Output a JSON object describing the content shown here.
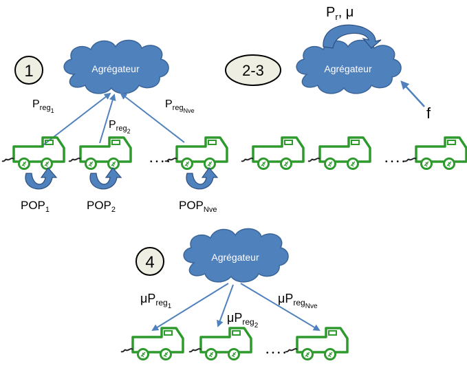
{
  "colors": {
    "cloud_fill": "#4f81bd",
    "cloud_stroke": "#3a6598",
    "arrow": "#4f81bd",
    "vehicle": "#2e9a2e",
    "curved_arrow_fill": "#4f81bd",
    "curved_arrow_stroke": "#2c4f7f",
    "step_circle_fill": "#eeeee2",
    "text": "#000000",
    "cloud_text": "#ffffff"
  },
  "icons": {
    "cloud": "cloud-shape",
    "vehicle": "electric-vehicle-icon",
    "curved_arrow": "curved-arrow-icon"
  },
  "panel1": {
    "step": "1",
    "aggregator": "Agrégateur",
    "labels": {
      "preg1": {
        "main": "P",
        "sub": "reg",
        "subsub": "1"
      },
      "preg2": {
        "main": "P",
        "sub": "reg",
        "subsub": "2"
      },
      "pregnve": {
        "main": "P",
        "sub": "reg",
        "subsub": "Nve"
      }
    },
    "pop": {
      "pop1": {
        "main": "POP",
        "sub": "1"
      },
      "pop2": {
        "main": "POP",
        "sub": "2"
      },
      "popnve": {
        "main": "POP",
        "sub": "Nve"
      }
    },
    "dots": "• • • •"
  },
  "panel23": {
    "step": "2-3",
    "aggregator": "Agrégateur",
    "loop_label": {
      "main": "P",
      "sub": "r",
      "rest": ", μ"
    },
    "f_label": "f",
    "dots": "• • • •"
  },
  "panel4": {
    "step": "4",
    "aggregator": "Agrégateur",
    "labels": {
      "mupreg1": {
        "main": "μP",
        "sub": "reg",
        "subsub": "1"
      },
      "mupreg2": {
        "main": "μP",
        "sub": "reg",
        "subsub": "2"
      },
      "mupregnve": {
        "main": "μP",
        "sub": "reg",
        "subsub": "Nve"
      }
    },
    "dots": "• • • •"
  }
}
